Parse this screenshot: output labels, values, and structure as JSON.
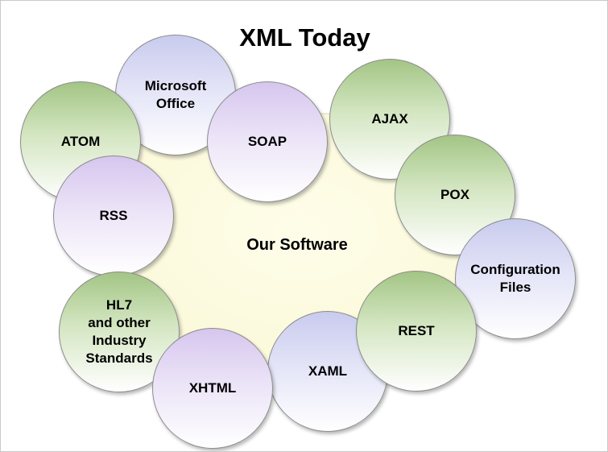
{
  "title": "XML Today",
  "center": {
    "label": "Our Software"
  },
  "colors": {
    "green": "#a3c585",
    "purple": "#d6c6ee",
    "lavender": "#c9cbee",
    "blob": "#fdfbe4"
  },
  "bubbles": [
    {
      "id": "microsoft-office",
      "label": "Microsoft\nOffice",
      "color": "lavender"
    },
    {
      "id": "atom",
      "label": "ATOM",
      "color": "green"
    },
    {
      "id": "soap",
      "label": "SOAP",
      "color": "purple"
    },
    {
      "id": "ajax",
      "label": "AJAX",
      "color": "green"
    },
    {
      "id": "pox",
      "label": "POX",
      "color": "green"
    },
    {
      "id": "rss",
      "label": "RSS",
      "color": "purple"
    },
    {
      "id": "configuration-files",
      "label": "Configuration\nFiles",
      "color": "lavender"
    },
    {
      "id": "hl7",
      "label": "HL7\nand other\nIndustry\nStandards",
      "color": "green"
    },
    {
      "id": "xaml",
      "label": "XAML",
      "color": "lavender"
    },
    {
      "id": "rest",
      "label": "REST",
      "color": "green"
    },
    {
      "id": "xhtml",
      "label": "XHTML",
      "color": "purple"
    }
  ]
}
